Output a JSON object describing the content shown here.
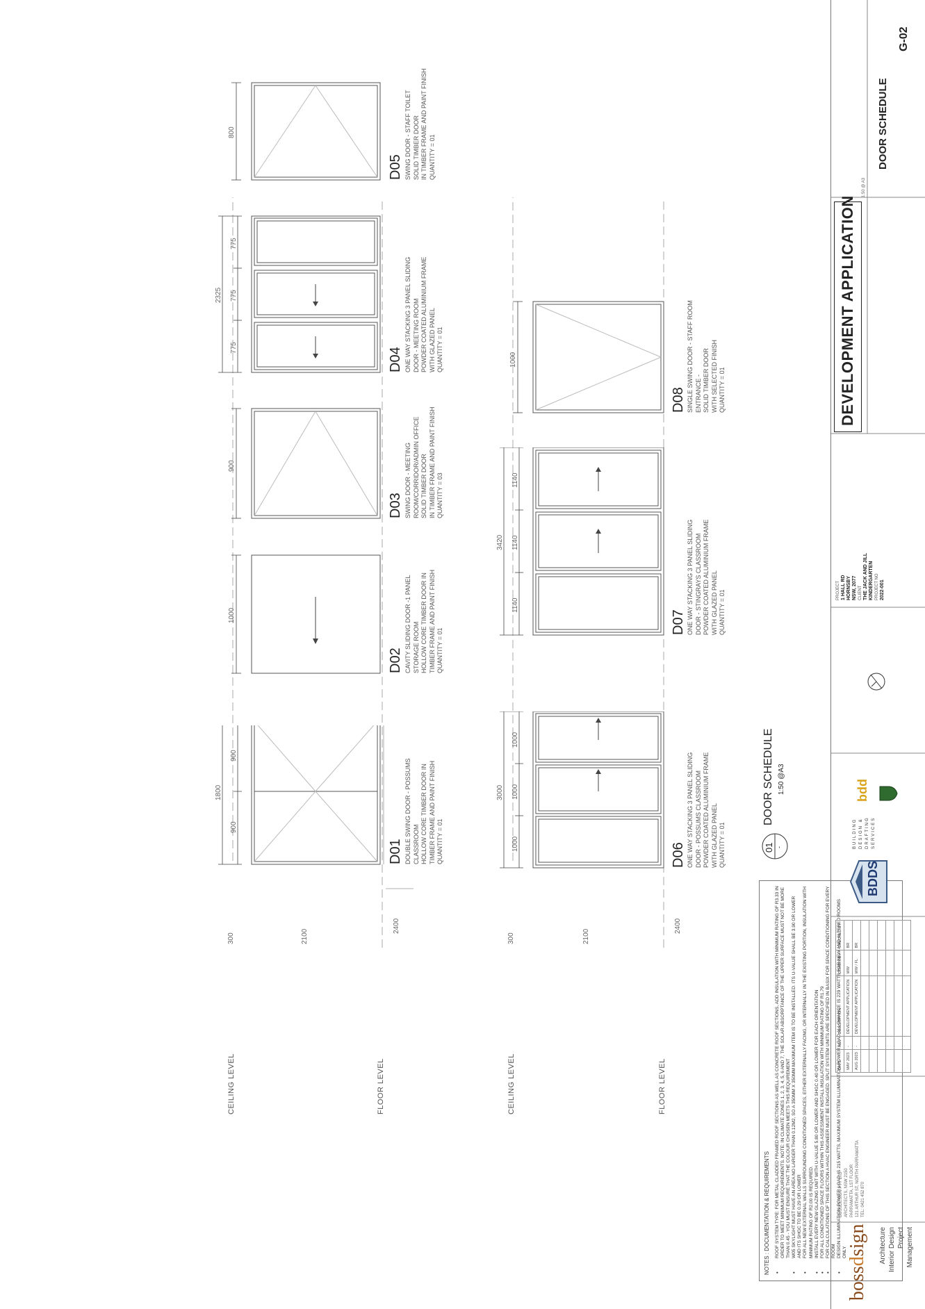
{
  "levels": {
    "ceiling": "CEILING LEVEL",
    "floor": "FLOOR LEVEL"
  },
  "notes": {
    "title": "NOTES : DOCUMENTATION & REQUIREMENTS",
    "items": [
      "ROOF SYSTEM TYPE: FOR METAL CLADDED FRAMED ROOF SECTIONS AS WELL AS CONCRETE ROOF SECTIONS, ADD INSULATION WITH MINIMUM RATING OF R3.33 IN ORDER TO MEET MINIMUM REQUIREMENTS. NOTE: IN CLIMATE ZONES 1, 2, 3, 4, 5, 6 AND 7, THE SOLAR ABSORPTANCE OF THE UPPER SURFACE MUST NOT BE MORE THAN 0.45 - YOU MUST ENSURE THAT THE COLOUR CHOSEN MEETS THIS REQUIREMENT",
      "W05 SKYLIGHT MUST HAVE AN AREA NO LARGER THAN 0.12M2, SO A 350MM X 350MM MAXIMUM ITEM IS TO BE INSTALLED. ITS U-VALUE SHALL BE 3.90 OR LOWER AND ITS SHGC TO BE 0.29 OR LOWER",
      "FOR ALL NEW EXTERNAL WALLS SURROUNDING CONDITIONED SPACES, EITHER EXTERNALLY FACING, OR INTERNALLY IN THE EXISTING PORTION, INSULATION WITH MINIMUM RATING OF R2.00 IS REQUIRED.",
      "INSTALL EVERY NEW GLAZING UNIT WITH U-VALUE 5.80 OR LOWER AND SHGC 0.40 OR LOWER FOR EACH ORIENTATION",
      "FOR ALL CONDITIONED SPACE FLOORS WITHIN THIS ASSESSMENT INSTALL INSULATION WITH MINIMUM RATING OF R1.79",
      "FOR CALCULATIONS OF THIS SECTION A HVAC ENGINEER MUST BE ENGAGED. SPLIT SYSTEM UNITS ARE SPECIFIED IN BASIX FOR SPACE CONDITIONING FOR EVERY ROOM",
      "DESIGN ILLUMINATION POWER LOAD IS 215 WATTS, MAXIMUM SYSTEM ILLUMINATION POWER LOAD ALLOWANCE IS 229 WATTS FOR NEW AND ALTERED ROOMS ONLY"
    ]
  },
  "doors_row1": [
    {
      "code": "D01",
      "desc": [
        "DOUBLE SWING DOOR - POSSUMS",
        "CLASSROOM",
        "HOLLOW CORE TIMBER DOOR IN",
        "TIMBER FRAME AND PAINT FINISH",
        "QUANTITY = 01"
      ],
      "width_dims": [
        "900",
        "900"
      ],
      "overall_width": "1800",
      "height_dim": "2100",
      "head_dim": "300",
      "total_dim": "2400"
    },
    {
      "code": "D02",
      "desc": [
        "CAVITY SLIDING DOOR -1 PANEL",
        "STORAGE ROOM",
        "HOLLOW CORE TIMBER DOOR IN",
        "TIMBER FRAME AND PAINT FINISH",
        "QUANTITY = 01"
      ],
      "width_dims": [
        "1000"
      ],
      "height_dim": "2100",
      "head_dim": "300"
    },
    {
      "code": "D03",
      "desc": [
        "SWING DOOR - MEETING",
        "ROOM/CORRIDOR/ADMIN OFFICE",
        "SOLID TIMBER DOOR",
        "IN TIMBER FRAME AND PAINT FINISH",
        "QUANTITY = 03"
      ],
      "width_dims": [
        "900"
      ],
      "height_dim": "2100",
      "head_dim": "300"
    },
    {
      "code": "D04",
      "desc": [
        "ONE WAY STACKING 3 PANEL SLIDING",
        "DOOR - MEETING ROOM",
        "POWDER COATED ALUMINIUM FRAME",
        "WITH GLAZED PANEL",
        "QUANTITY = 01"
      ],
      "width_dims": [
        "775",
        "775",
        "775"
      ],
      "overall_width": "2325",
      "height_dim": "2100",
      "head_dim": "300"
    },
    {
      "code": "D05",
      "desc": [
        "SWING DOOR - STAFF TOILET",
        "SOLID TIMBER DOOR",
        "IN TIMBER FRAME AND PAINT FINISH",
        "QUANTITY = 01"
      ],
      "width_dims": [
        "800"
      ],
      "height_dim": "2100",
      "head_dim": "300"
    }
  ],
  "doors_row2": [
    {
      "code": "D06",
      "desc": [
        "ONE WAY STACKING 3 PANEL SLIDING",
        "DOOR - POSSUMS CLASSROOM",
        "POWDER COATED ALUMINIUM FRAME",
        "WITH GLAZED PANEL",
        "QUANTITY = 01"
      ],
      "width_dims": [
        "1000",
        "1000",
        "1000"
      ],
      "overall_width": "3000",
      "height_dim": "2100",
      "head_dim": "300",
      "total_dim": "2400"
    },
    {
      "code": "D07",
      "desc": [
        "ONE WAY STACKING 3 PANEL SLIDING",
        "DOOR - STINGRAYS CLASSROOM",
        "POWDER COATED ALUMINIUM FRAME",
        "WITH GLAZED PANEL",
        "QUANTITY = 01"
      ],
      "width_dims": [
        "1140",
        "1140",
        "1140"
      ],
      "overall_width": "3420",
      "height_dim": "2100",
      "head_dim": "300"
    },
    {
      "code": "D08",
      "desc": [
        "SINGLE SWING DOOR - STAFF ROOM",
        "ENTRANCE -",
        "SOLID TIMBER DOOR",
        "WITH SELECTED FINISH",
        "QUANTITY = 01"
      ],
      "width_dims": [
        "1000"
      ],
      "height_dim": "2100",
      "head_dim": "300"
    }
  ],
  "schedule_label": {
    "number": "01",
    "dash": "-",
    "title": "DOOR SCHEDULE",
    "scale": "1:50 @A3"
  },
  "firm": {
    "logo_pre": "boss",
    "logo_mid": "d",
    "logo_post": "sign",
    "services": [
      "Architecture",
      "Interior Design",
      "Project Management"
    ],
    "address_lines": [
      "BOSSDESIGN PTY LTD",
      "ARCHITECTS, NSW 2150",
      "PARRAMATTA, 1ST FLOOR",
      "121 ARTHUR ST, NORTH PARRAMATTA",
      "TEL: 0421 452 870"
    ]
  },
  "revisions": {
    "headers": [
      "DATE",
      "REV",
      "DESCRIPTION",
      "DRAWN BY",
      "CHECKED BY"
    ],
    "rows": [
      [
        "MAY 2023",
        "-",
        "DEVELOPMENT APPLICATION",
        "WW",
        "BR"
      ],
      [
        "AUG 2023",
        "-",
        "DEVELOPMENT APPLICATION",
        "WW / FL",
        "BR"
      ]
    ]
  },
  "consultant": {
    "name": "BDDS",
    "tagline": [
      "BUILDING",
      "DESIGN &",
      "DRAFTING",
      "SERVICES"
    ],
    "bdd": "bdd"
  },
  "project": {
    "project_label": "PROJECT",
    "address": [
      "1 HALL RD",
      "HORNSBY",
      "NSW, 2077"
    ],
    "client_label": "CLIENT",
    "client": [
      "THE JACK AND JILL",
      "KINDERGARTEN"
    ],
    "project_no_label": "PROJECT NO",
    "project_no": "2022-001"
  },
  "banner": {
    "title": "DEVELOPMENT APPLICATION",
    "scale": "1:50 @ A3"
  },
  "drawing": {
    "title": "DOOR SCHEDULE",
    "number": "G-02"
  }
}
